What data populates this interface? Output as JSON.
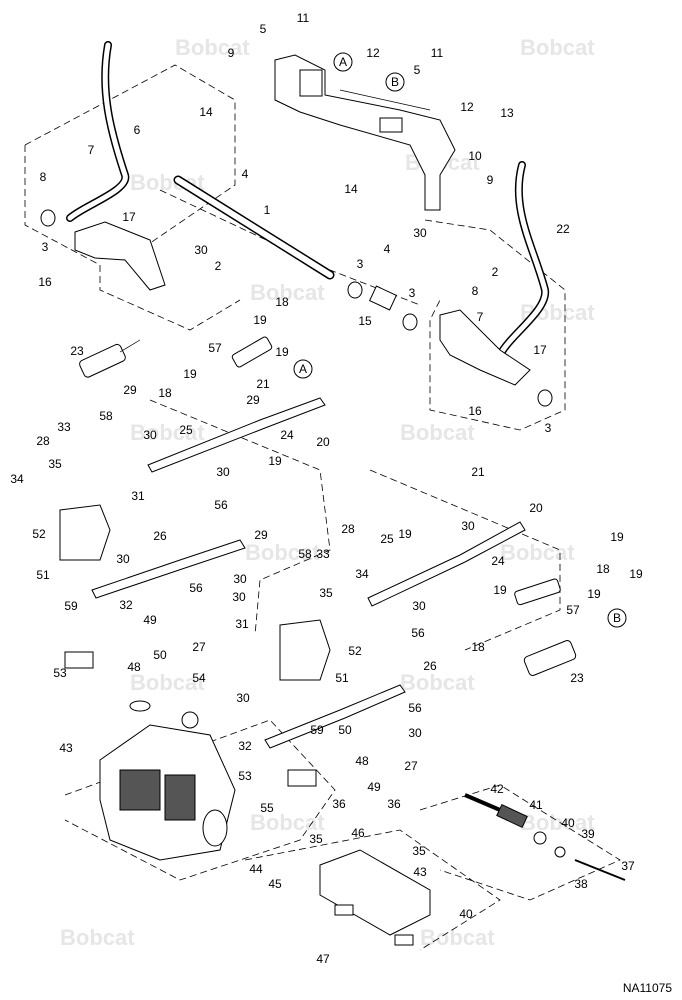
{
  "figure_id": "NA11075",
  "watermark": "Bobcat",
  "reference_markers": [
    "A",
    "B"
  ],
  "callouts": [
    "1",
    "2",
    "3",
    "4",
    "5",
    "6",
    "7",
    "8",
    "9",
    "10",
    "11",
    "12",
    "13",
    "14",
    "15",
    "16",
    "17",
    "18",
    "19",
    "20",
    "21",
    "22",
    "23",
    "24",
    "25",
    "26",
    "27",
    "28",
    "29",
    "30",
    "31",
    "32",
    "33",
    "34",
    "35",
    "36",
    "37",
    "38",
    "39",
    "40",
    "41",
    "42",
    "43",
    "44",
    "45",
    "46",
    "47",
    "48",
    "49",
    "50",
    "51",
    "52",
    "53",
    "54",
    "55",
    "56",
    "57",
    "58",
    "59"
  ]
}
